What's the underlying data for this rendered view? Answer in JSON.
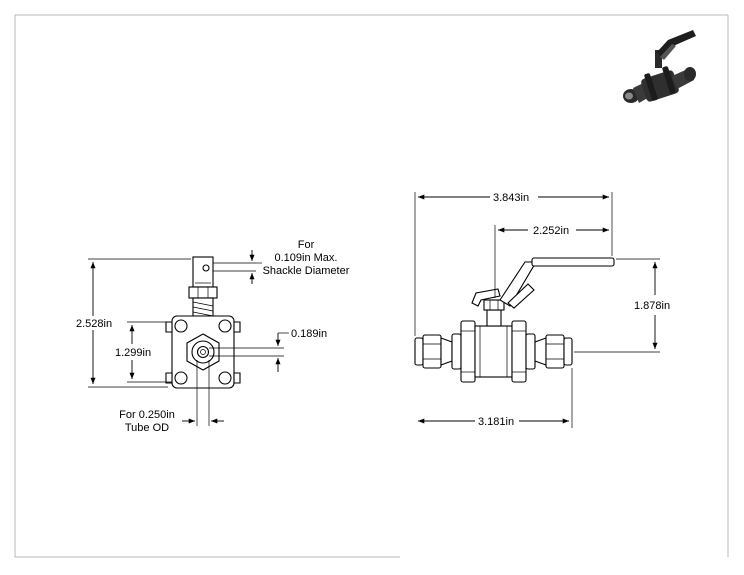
{
  "drawing": {
    "front_view": {
      "shackle_note": [
        "For",
        "0.109in Max.",
        "Shackle Diameter"
      ],
      "height_dim": "2.528in",
      "bolt_spacing_dim": "1.299in",
      "port_offset_dim": "0.189in",
      "tube_note": [
        "For 0.250in",
        "Tube OD"
      ]
    },
    "side_view": {
      "overall_handle_dim": "3.843in",
      "handle_length_dim": "2.252in",
      "handle_height_dim": "1.878in",
      "body_length_dim": "3.181in"
    }
  },
  "colors": {
    "line": "#000000",
    "frame": "#b9b9b9",
    "render_dark": "#2a2a2a"
  }
}
